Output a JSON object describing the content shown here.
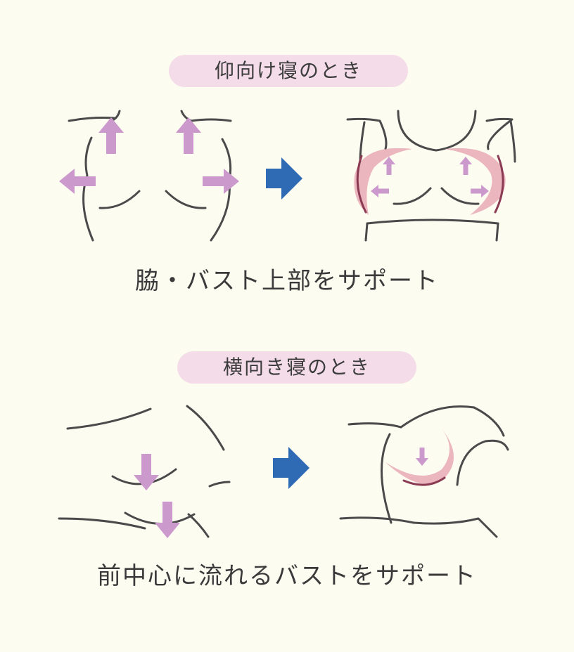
{
  "section_back": {
    "heading": "仰向け寝のとき",
    "caption": "脇・バスト上部をサポート"
  },
  "section_side": {
    "heading": "横向き寝のとき",
    "caption": "前中心に流れるバストをサポート"
  },
  "colors": {
    "background": "#fdfcf1",
    "pill": "#f4dde8",
    "outline": "#4a4a4a",
    "arrow_purple": "#cc99cc",
    "arrow_blue": "#2f6bb5",
    "support_pink": "#e8a9b4",
    "support_dark": "#8a3a52"
  },
  "icons": {
    "transition": "right-arrow-icon",
    "lift": "up-arrow-icon",
    "outward": "side-arrow-icon",
    "downward": "down-arrow-icon"
  }
}
